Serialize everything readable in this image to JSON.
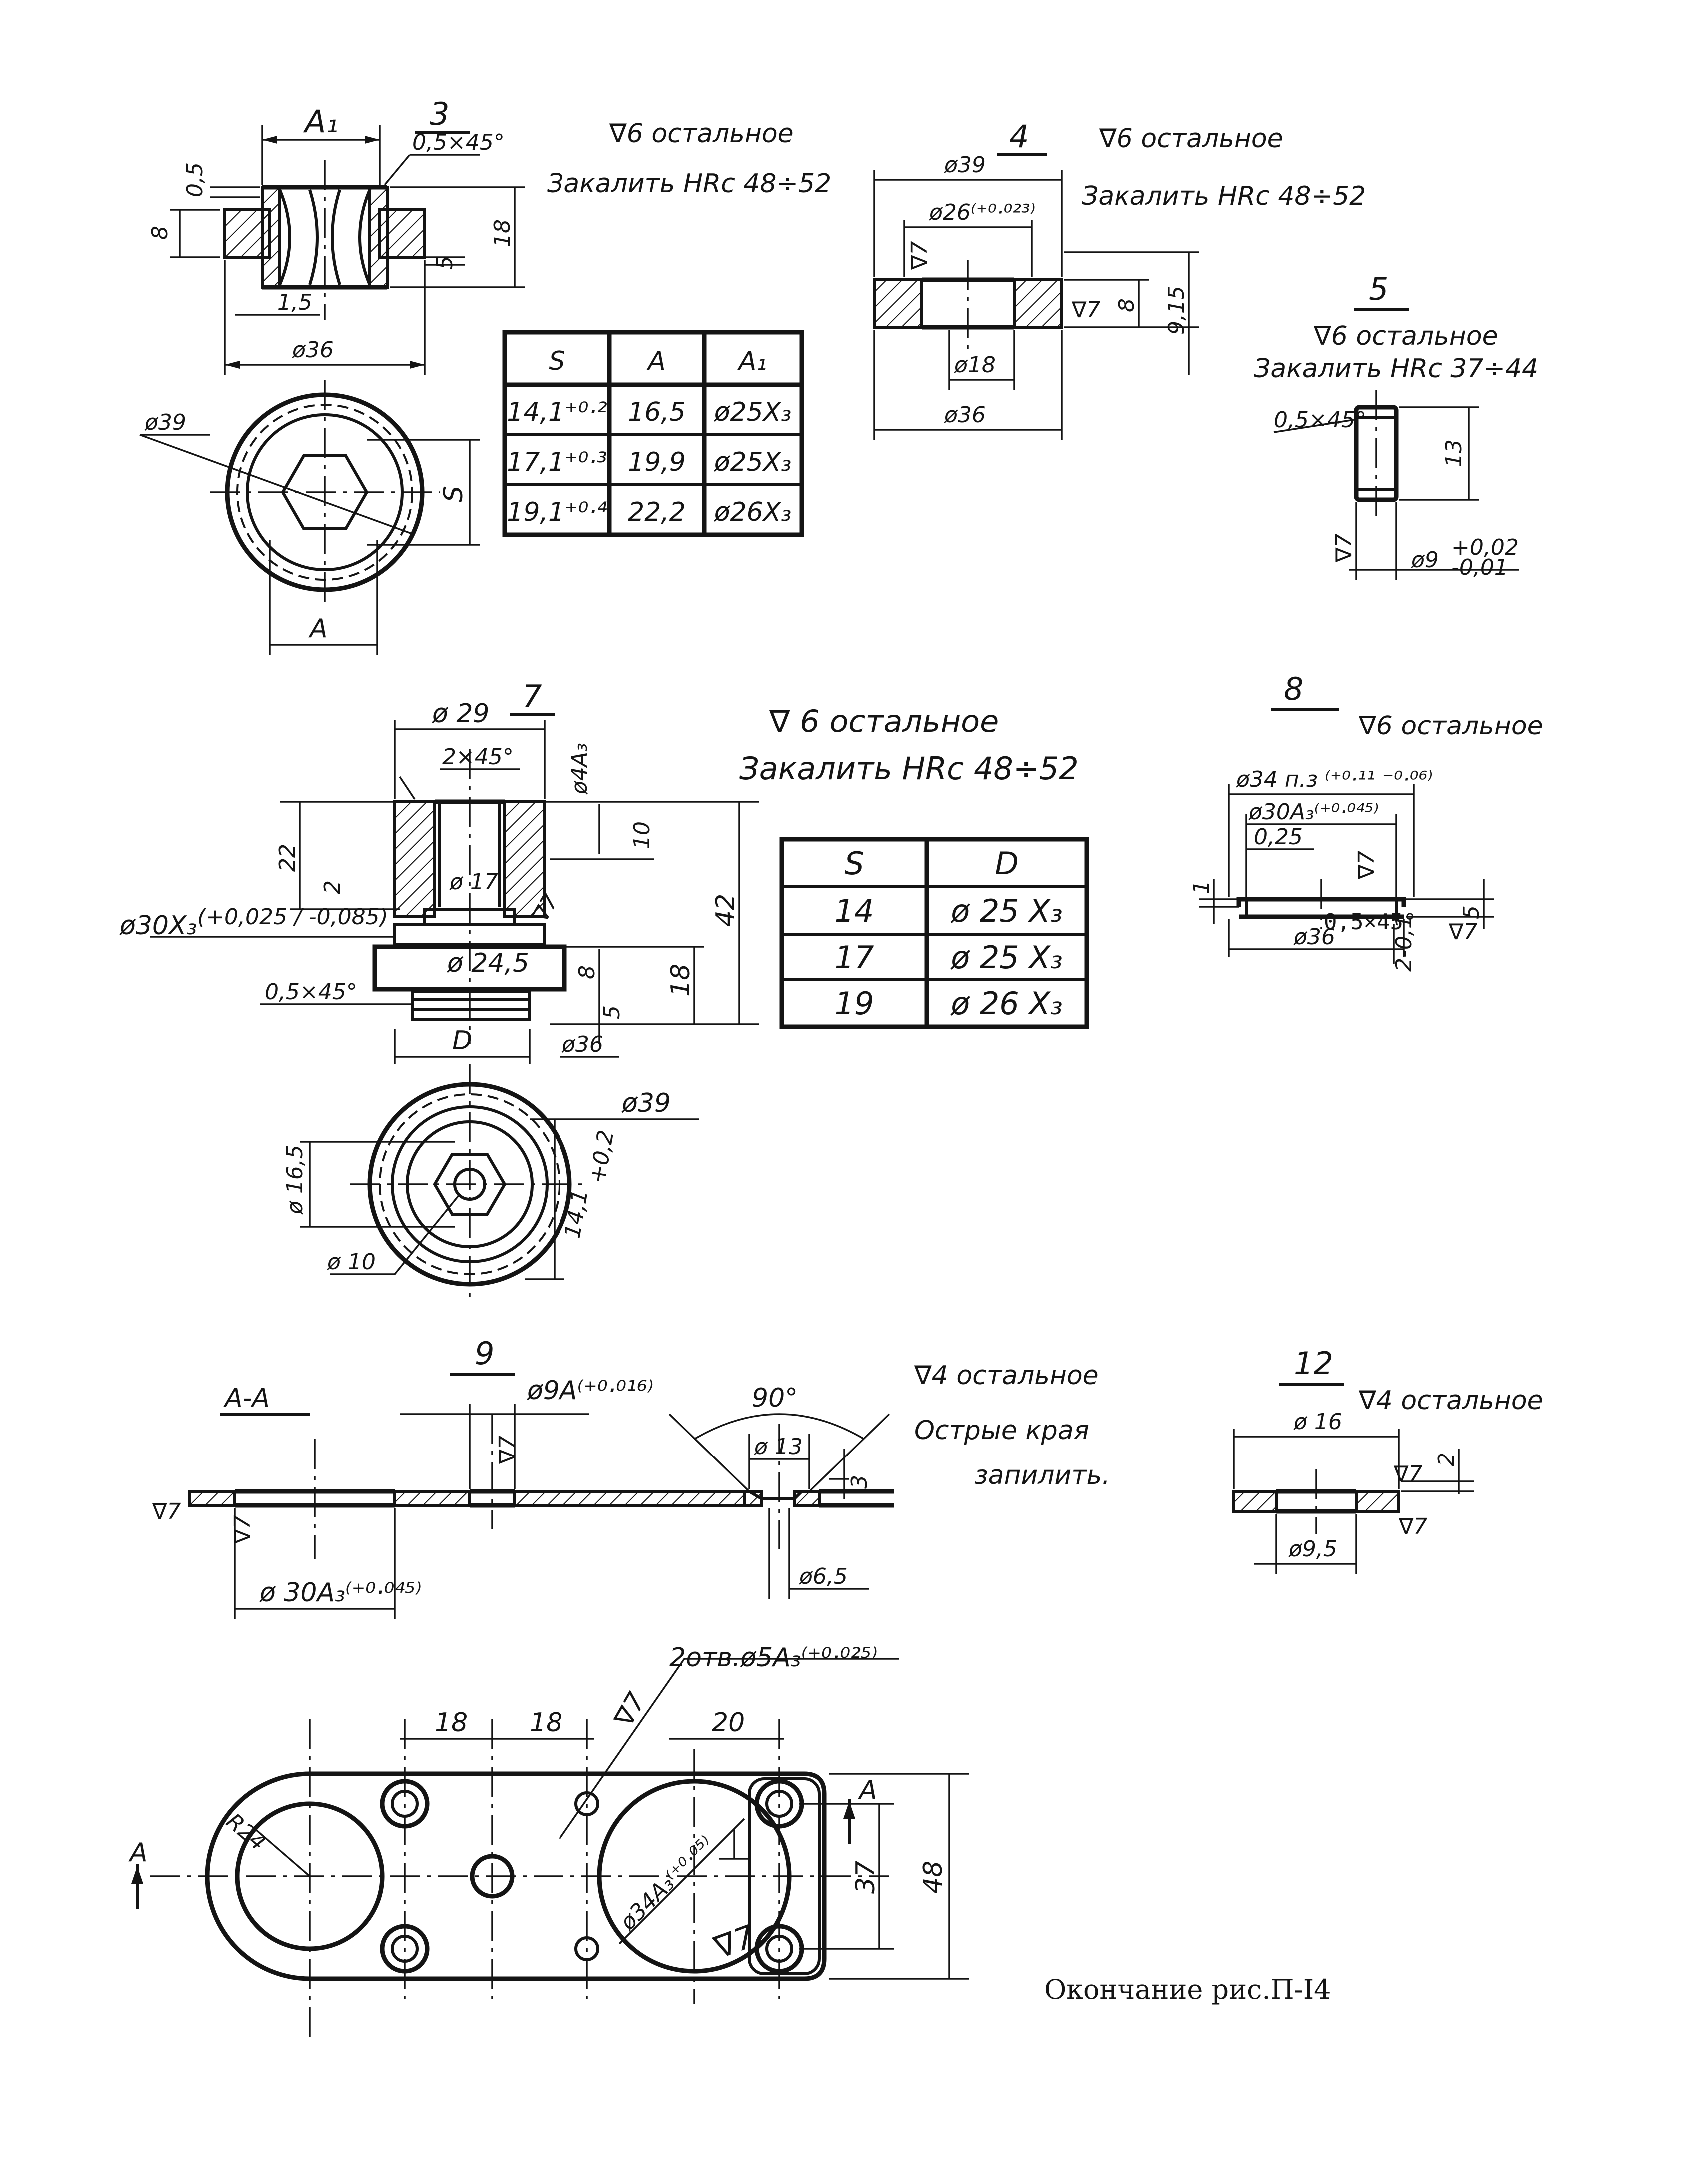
{
  "view3": {
    "number": "3",
    "note1": "∇6 остальное",
    "note2": "Закалить HRc 48÷52",
    "dims": {
      "a1": "A₁",
      "chamfer": "0,5×45°",
      "d05": "0,5",
      "d8": "8",
      "d18": "18",
      "d5": "5",
      "d15": "1,5",
      "d36": "ø36",
      "d39": "ø39",
      "dS": "S",
      "dA": "A"
    }
  },
  "table1": {
    "headers": [
      "S",
      "A",
      "A₁"
    ],
    "rows": [
      [
        "14,1⁺⁰·²",
        "16,5",
        "ø25X₃"
      ],
      [
        "17,1⁺⁰·³",
        "19,9",
        "ø25X₃"
      ],
      [
        "19,1⁺⁰·⁴",
        "22,2",
        "ø26X₃"
      ]
    ]
  },
  "view4": {
    "number": "4",
    "note1": "∇6 остальное",
    "note2": "Закалить HRc 48÷52",
    "dims": {
      "d39": "ø39",
      "d26": "ø26⁽⁺⁰·⁰²³⁾",
      "r7a": "∇7",
      "r7b": "∇7",
      "d8": "8",
      "d915": "9,15",
      "d18": "ø18",
      "d36": "ø36"
    }
  },
  "view5": {
    "number": "5",
    "note1": "∇6 остальное",
    "note2": "Закалить HRc 37÷44",
    "dims": {
      "chamfer": "0,5×45°",
      "d13": "13",
      "r7": "∇7",
      "d9": "ø9",
      "tolUp": "+0,02",
      "tolDn": "-0,01"
    }
  },
  "view7": {
    "number": "7",
    "note1": "∇ 6 остальное",
    "note2": "Закалить HRc 48÷52",
    "dims": {
      "d29": "ø 29",
      "chamfer2": "2×45°",
      "d4": "ø4A₃",
      "d10": "10",
      "d22": "22",
      "d42": "42",
      "d2": "2",
      "d17": "ø 17",
      "r7": "∇7",
      "d30": "ø30X₃",
      "tol30": "(+0,025 / -0,085)",
      "d245": "ø 24,5",
      "d8": "8",
      "d18": "18",
      "chamfer05": "0,5×45°",
      "d5": "5",
      "dD": "D",
      "d36": "ø36",
      "d39": "ø39",
      "d165": "ø 16,5",
      "d141": "14,1",
      "tol141": "+0,2",
      "d10h": "ø 10"
    }
  },
  "table2": {
    "headers": [
      "S",
      "D"
    ],
    "rows": [
      [
        "14",
        "ø 25 X₃"
      ],
      [
        "17",
        "ø 25 X₃"
      ],
      [
        "19",
        "ø 26 X₃"
      ]
    ]
  },
  "view8": {
    "number": "8",
    "note1": "∇6 остальное",
    "dims": {
      "d34": "ø34 п.з ⁽⁺⁰·¹¹ ⁻⁰·⁰⁶⁾",
      "d30": "ø30A₃⁽⁺⁰·⁰⁴⁵⁾",
      "d025": "0,25",
      "r7a": "∇7",
      "d1": "1",
      "d5": "5",
      "chamfer": "0,5×45°",
      "r7b": "∇7",
      "d36": "ø36",
      "d201": "2-0,1"
    }
  },
  "view9": {
    "number": "9",
    "section": "A-A",
    "note1": "∇4 остальное",
    "note2": "Острые края",
    "note3": "запилить.",
    "dims": {
      "d9": "ø9A⁽⁺⁰·⁰¹⁶⁾",
      "r7a": "∇7",
      "angle": "90°",
      "d13": "ø 13",
      "d3": "3",
      "r7b": "∇7",
      "r7c": "∇7",
      "d30": "ø 30A₃⁽⁺⁰·⁰⁴⁵⁾",
      "d65": "ø6,5"
    }
  },
  "view12": {
    "number": "12",
    "note1": "∇4 остальное",
    "dims": {
      "d16": "ø 16",
      "r7a": "∇7",
      "d2": "2",
      "r7b": "∇7",
      "d95": "ø9,5"
    }
  },
  "plate": {
    "holes": "2отв.ø5A₃⁽⁺⁰·⁰²⁵⁾",
    "r7a": "∇7",
    "d18a": "18",
    "d18b": "18",
    "d20": "20",
    "secA1": "A",
    "secA2": "A",
    "r24": "R24",
    "d34": "ø34A₃⁽⁺⁰·⁰⁵⁾",
    "r7b": "∇7",
    "d37": "37",
    "d48": "48"
  },
  "caption": "Окончание рис.П-I4"
}
